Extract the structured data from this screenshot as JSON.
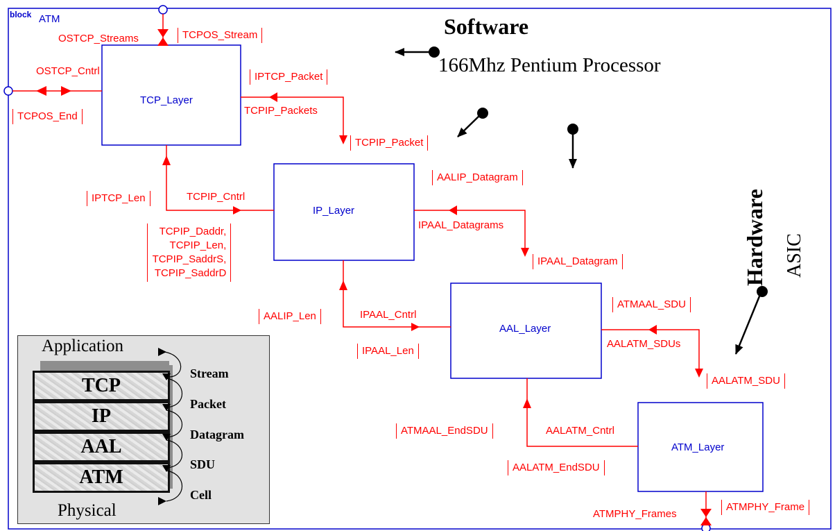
{
  "block_keyword": "block",
  "block_name": "ATM",
  "software": {
    "title": "Software",
    "subtitle": "166Mhz Pentium Processor"
  },
  "hardware": {
    "title": "Hardware",
    "subtitle": "ASIC"
  },
  "blocks": {
    "tcp": "TCP_Layer",
    "ip": "IP_Layer",
    "aal": "AAL_Layer",
    "atm": "ATM_Layer"
  },
  "signals": {
    "ostcp_streams": "OSTCP_Streams",
    "tcpos_stream": "TCPOS_Stream",
    "ostcp_cntrl": "OSTCP_Cntrl",
    "tcpos_end": "TCPOS_End",
    "iptcp_packet": "IPTCP_Packet",
    "tcpip_packets": "TCPIP_Packets",
    "tcpip_packet": "TCPIP_Packet",
    "iptcp_len": "IPTCP_Len",
    "tcpip_cntrl": "TCPIP_Cntrl",
    "tcpip_group": "TCPIP_Daddr,\n   TCPIP_Len,\nTCPIP_SaddrS,\n TCPIP_SaddrD",
    "aalip_datagram": "AALIP_Datagram",
    "ipaal_datagrams": "IPAAL_Datagrams",
    "ipaal_datagram": "IPAAL_Datagram",
    "aalip_len": "AALIP_Len",
    "ipaal_cntrl": "IPAAL_Cntrl",
    "ipaal_len": "IPAAL_Len",
    "atmaal_sdu": "ATMAAL_SDU",
    "aalatm_sdus": "AALATM_SDUs",
    "aalatm_sdu": "AALATM_SDU",
    "atmaal_endsdu": "ATMAAL_EndSDU",
    "aalatm_cntrl": "AALATM_Cntrl",
    "aalatm_endsdu": "AALATM_EndSDU",
    "atmphy_frames": "ATMPHY_Frames",
    "atmphy_frame": "ATMPHY_Frame"
  },
  "stack": {
    "top": "Application",
    "bottom": "Physical",
    "layers": [
      "TCP",
      "IP",
      "AAL",
      "ATM"
    ],
    "interfaces": [
      "Stream",
      "Packet",
      "Datagram",
      "SDU",
      "Cell"
    ]
  },
  "colors": {
    "block_border": "#0000cc",
    "signal": "#ff0000",
    "frame": "#0000cc"
  }
}
